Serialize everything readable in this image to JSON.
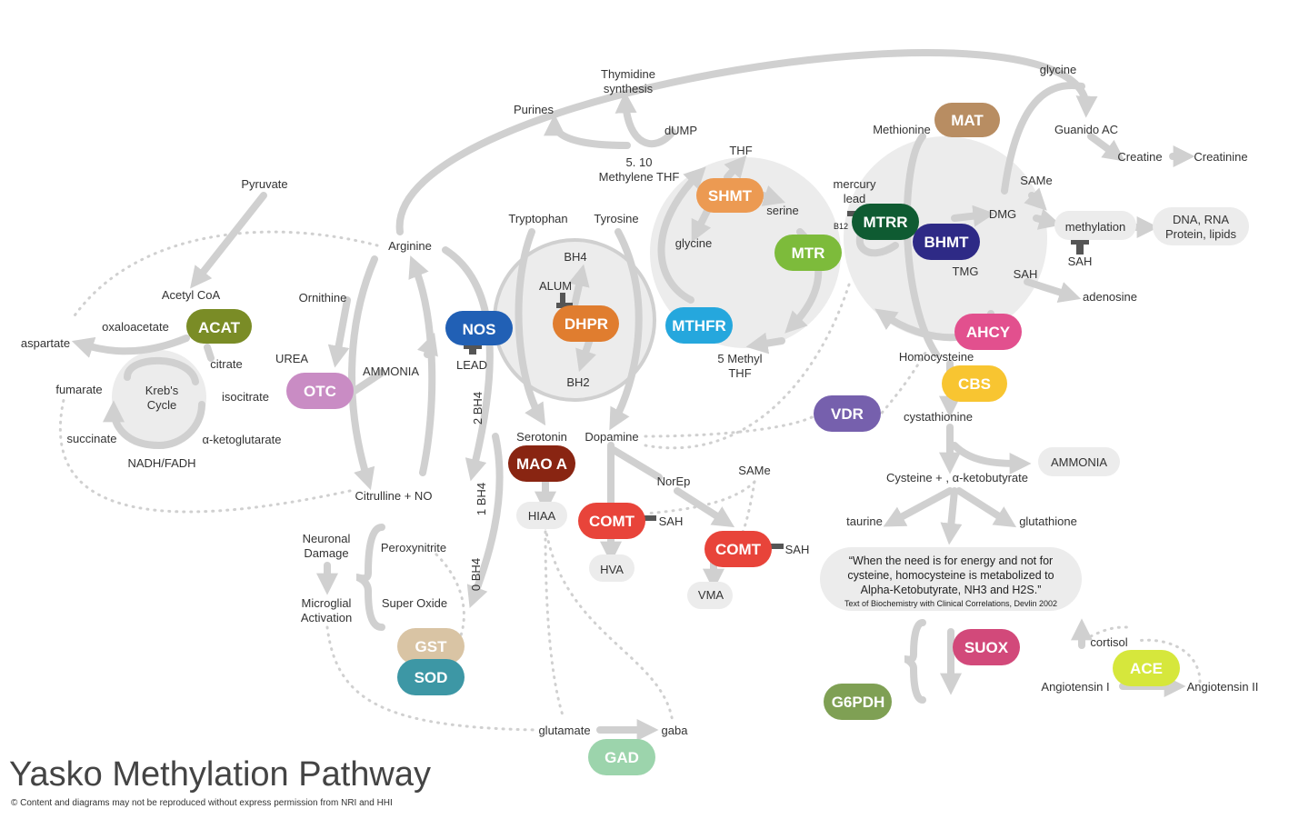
{
  "title": "Yasko Methylation Pathway",
  "copyright": "© Content and diagrams may not be reproduced without express permission from NRI and HHI",
  "colors": {
    "ACAT": "#7a8c26",
    "OTC": "#c98cc4",
    "NOS": "#2160b5",
    "DHPR": "#e07d2f",
    "MTHFR": "#25a7dd",
    "SHMT": "#ec9a52",
    "MTR": "#7dbb3b",
    "MTRR": "#0f5b32",
    "BHMT": "#2e2a86",
    "MAT": "#b88d62",
    "AHCY": "#e2508e",
    "CBS": "#f8c531",
    "VDR": "#7660ad",
    "MAOA": "#892512",
    "COMT": "#e8443a",
    "GST": "#d9c4a4",
    "SOD": "#3d97a5",
    "GAD": "#9cd4ac",
    "SUOX": "#d2497a",
    "G6PDH": "#7fa054",
    "ACE": "#d6e73c",
    "arrow": "#d0d0d0",
    "circle": "#ececec"
  },
  "enzymes": {
    "ACAT": "ACAT",
    "OTC": "OTC",
    "NOS": "NOS",
    "DHPR": "DHPR",
    "MTHFR": "MTHFR",
    "SHMT": "SHMT",
    "MTR": "MTR",
    "MTRR": "MTRR",
    "BHMT": "BHMT",
    "MAT": "MAT",
    "AHCY": "AHCY",
    "CBS": "CBS",
    "VDR": "VDR",
    "MAOA": "MAO A",
    "COMT1": "COMT",
    "COMT2": "COMT",
    "GST": "GST",
    "SOD": "SOD",
    "GAD": "GAD",
    "SUOX": "SUOX",
    "G6PDH": "G6PDH",
    "ACE": "ACE"
  },
  "labels": {
    "pyruvate": "Pyruvate",
    "acetyl_coa": "Acetyl CoA",
    "oxaloacetate": "oxaloacetate",
    "aspartate": "aspartate",
    "citrate": "citrate",
    "isocitrate": "isocitrate",
    "alpha_kg": "α-ketoglutarate",
    "nadh": "NADH/FADH",
    "succinate": "succinate",
    "fumarate": "fumarate",
    "krebs_1": "Kreb's",
    "krebs_2": "Cycle",
    "arginine": "Arginine",
    "ornithine": "Ornithine",
    "urea": "UREA",
    "ammonia_1": "AMMONIA",
    "citrulline": "Citrulline + NO",
    "lead": "LEAD",
    "bh4_2": "2 BH4",
    "bh4_1": "1 BH4",
    "bh4_0": "0 BH4",
    "neuronal_1": "Neuronal",
    "neuronal_2": "Damage",
    "microglial_1": "Microglial",
    "microglial_2": "Activation",
    "peroxynitrite": "Peroxynitrite",
    "superoxide": "Super Oxide",
    "tryptophan": "Tryptophan",
    "tyrosine": "Tyrosine",
    "bh4": "BH4",
    "bh2": "BH2",
    "alum": "ALUM",
    "purines": "Purines",
    "thymidine_1": "Thymidine",
    "thymidine_2": "synthesis",
    "dump": "dUMP",
    "methylene_1": "5. 10",
    "methylene_2": "Methylene THF",
    "thf": "THF",
    "serine": "serine",
    "glycine_1": "glycine",
    "methyl_thf_1": "5 Methyl",
    "methyl_thf_2": "THF",
    "serotonin": "Serotonin",
    "dopamine": "Dopamine",
    "hiaa": "HIAA",
    "norep": "NorEp",
    "same_1": "SAMe",
    "sah_1": "SAH",
    "sah_2": "SAH",
    "hva": "HVA",
    "vma": "VMA",
    "glutamate": "glutamate",
    "gaba": "gaba",
    "mercury_1": "mercury",
    "mercury_2": "lead",
    "b12": "B12",
    "methionine": "Methionine",
    "glycine_2": "glycine",
    "guanido": "Guanido AC",
    "creatine": "Creatine",
    "creatinine": "Creatinine",
    "same_2": "SAMe",
    "dmg": "DMG",
    "tmg": "TMG",
    "sah_3": "SAH",
    "methylation": "methylation",
    "sah_4": "SAH",
    "dna_1": "DNA, RNA",
    "dna_2": "Protein, lipids",
    "adenosine": "adenosine",
    "homocysteine": "Homocysteine",
    "cystathionine": "cystathionine",
    "ammonia_2": "AMMONIA",
    "cysteine": "Cysteine + , α-ketobutyrate",
    "taurine": "taurine",
    "glutathione": "glutathione",
    "cortisol": "cortisol",
    "angiotensin_1": "Angiotensin I",
    "angiotensin_2": "Angiotensin II"
  },
  "quote": {
    "line1": "“When the need is for energy and not for",
    "line2": "cysteine, homocysteine is metabolized to",
    "line3": "Alpha-Ketobutyrate, NH3 and H2S.”",
    "citation": "Text of Biochemistry with Clinical Correlations, Devlin 2002"
  }
}
